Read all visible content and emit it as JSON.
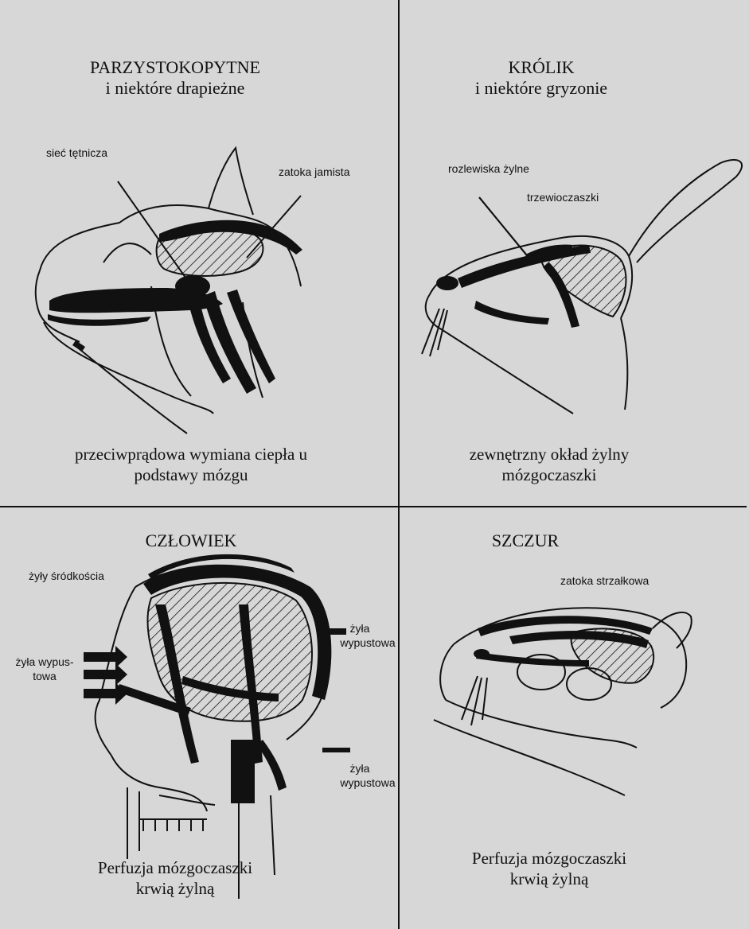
{
  "panels": {
    "top_left": {
      "heading_line1": "PARZYSTOKOPYTNE",
      "heading_line2": "i niektóre drapieżne",
      "label_arterial_net": "sieć tętnicza",
      "label_cavernous_sinus": "zatoka jamista",
      "caption_line1": "przeciwprądowa wymiana ciepła u",
      "caption_line2": "podstawy mózgu"
    },
    "top_right": {
      "heading_line1": "KRÓLIK",
      "heading_line2": "i niektóre gryzonie",
      "label_venous_pools": "rozlewiska żylne",
      "label_viscerocranium": "trzewioczaszki",
      "caption_line1": "zewnętrzny okład żylny",
      "caption_line2": "mózgoczaszki"
    },
    "bottom_left": {
      "heading": "CZŁOWIEK",
      "label_diploic_veins": "żyły śródkościa",
      "label_emissary_left_1": "żyła wypus-",
      "label_emissary_left_2": "towa",
      "label_emissary_right_1": "żyła",
      "label_emissary_right_2": "wypustowa",
      "label_emissary_lower_1": "żyła",
      "label_emissary_lower_2": "wypustowa",
      "caption_line1": "Perfuzja mózgoczaszki",
      "caption_line2": "krwią żylną"
    },
    "bottom_right": {
      "heading": "SZCZUR",
      "label_sagittal_sinus": "zatoka strzałkowa",
      "caption_line1": "Perfuzja mózgoczaszki",
      "caption_line2": "krwią żylną"
    }
  },
  "colors": {
    "paper": "#d7d7d7",
    "ink": "#111111"
  }
}
